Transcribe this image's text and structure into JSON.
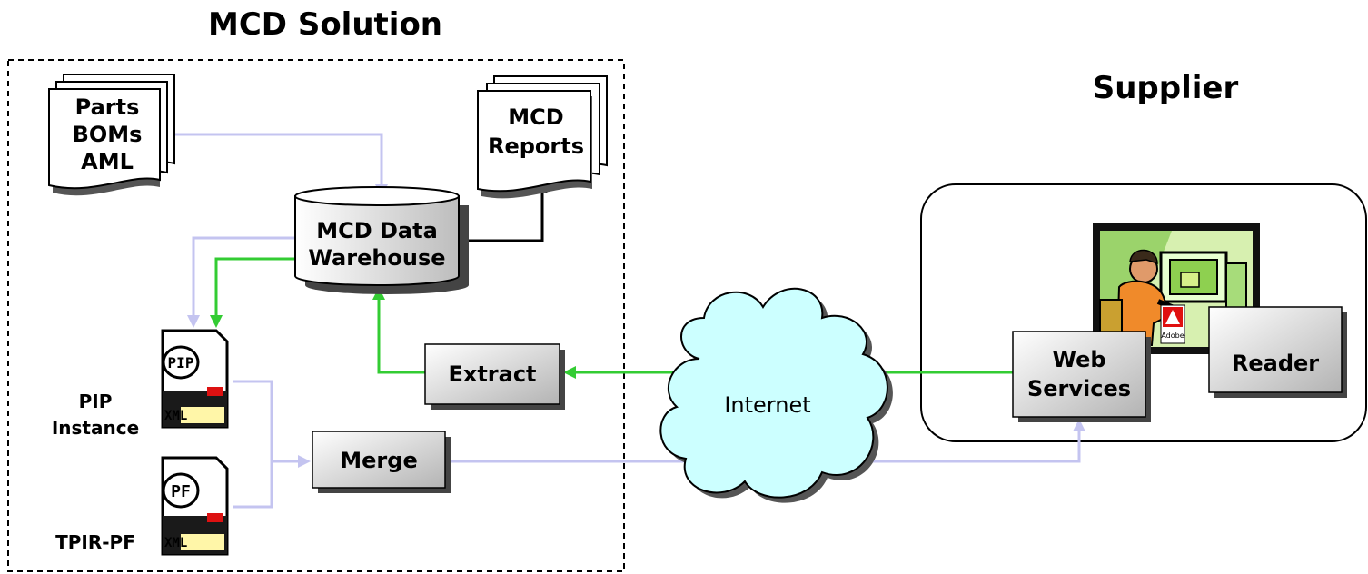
{
  "titles": {
    "mcd_solution": "MCD Solution",
    "supplier": "Supplier"
  },
  "documents": {
    "parts_line1": "Parts",
    "parts_line2": "BOMs",
    "parts_line3": "AML",
    "reports_line1": "MCD",
    "reports_line2": "Reports"
  },
  "warehouse": {
    "line1": "MCD Data",
    "line2": "Warehouse"
  },
  "boxes": {
    "extract": "Extract",
    "merge": "Merge",
    "web_services_line1": "Web",
    "web_services_line2": "Services",
    "reader": "Reader"
  },
  "files": {
    "pip_icon": "PIP",
    "pip_label_line1": "PIP",
    "pip_label_line2": "Instance",
    "pf_icon": "PF",
    "pf_label": "TPIR-PF",
    "xml_tag": "XML"
  },
  "network": {
    "internet": "Internet"
  },
  "adobe_badge": "Adobe",
  "colors": {
    "green_flow": "#33cc33",
    "lavender_flow": "#c4c4f0",
    "black_flow": "#000000",
    "cloud_fill": "#ccffff",
    "box_gradient_light": "#ffffff",
    "box_gradient_dark": "#b8b8b8"
  }
}
